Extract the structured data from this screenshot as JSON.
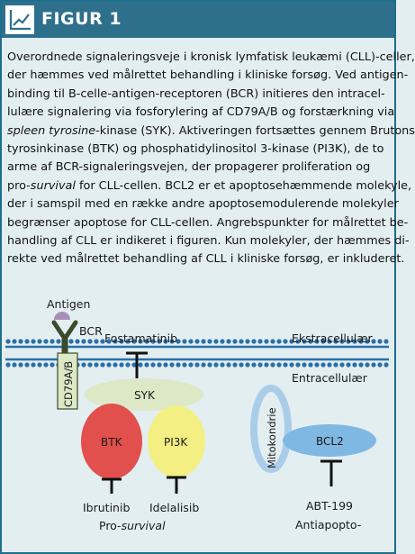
{
  "figure": {
    "title": "FIGUR 1",
    "icon": "chart-line-icon",
    "header_color": "#2e6f8c"
  },
  "caption": {
    "line1": "Overordnede signaleringsveje i kronisk lymfatisk leukæmi (CLL)-celler,",
    "line2": "der hæmmes ved målrettet behandling i kliniske forsøg. Ved antigen-",
    "line3": "binding til B-celle-antigen-receptoren (BCR) initieres den intracel-",
    "line4": "lulære signalering via fosforylering af CD79A/B og forstærkning via",
    "line5_em": "spleen tyrosine",
    "line5_rest": "-kinase (SYK). Aktiveringen fortsættes gennem Brutons",
    "line6": "tyrosinkinase (BTK) og phosphatidylinositol 3-kinase (PI3K), de to",
    "line7": "arme af BCR-signaleringsvejen, der propagerer proliferation og",
    "line8_pre": "pro-",
    "line8_em": "survival",
    "line8_rest": " for CLL-cellen. BCL2 er et apoptosehæmmende molekyle,",
    "line9": "der i samspil med en række andre apoptosemodulerende molekyler",
    "line10": "begrænser apoptose for CLL-cellen. Angrebspunkter for målrettet be-",
    "line11": "handling af CLL er indikeret i figuren. Kun molekyler, der hæmmes di-",
    "line12": "rekte ved målrettet behandling af CLL i kliniske forsøg, er inkluderet."
  },
  "diagram": {
    "antigen": "Antigen",
    "bcr": "BCR",
    "cd79": "CD79A/B",
    "fostamatinib": "Fostamatinib",
    "syk": "SYK",
    "btk": "BTK",
    "pi3k": "PI3K",
    "ibrutinib": "Ibrutinib",
    "idelalisib": "Idelalisib",
    "pro_prefix": "Pro-",
    "pro_em": "survival",
    "extracellular": "Ekstracellulær",
    "intracellular": "Entracellulær",
    "mitochondria": "Mitokondrie",
    "bcl2": "BCL2",
    "abt199": "ABT-199",
    "antiapopto": "Antiapopto-",
    "colors": {
      "membrane": "#2a6fa8",
      "receptor": "#3c4a2c",
      "antigen": "#a78fb9",
      "syk": "#dce8c6",
      "btk": "#e2504d",
      "pi3k": "#f4ef82",
      "bcl2": "#7fb8e2",
      "mito": "#a9cde9"
    }
  }
}
